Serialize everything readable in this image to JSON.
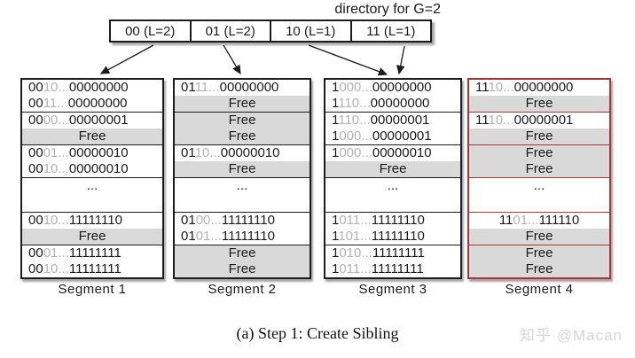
{
  "title": "directory for G=2",
  "directory": {
    "cells": [
      {
        "label": "00 (L=2)"
      },
      {
        "label": "01 (L=2)"
      },
      {
        "label": "10 (L=1)"
      },
      {
        "label": "11 (L=1)"
      }
    ]
  },
  "arrows": [
    {
      "from": "00",
      "to": "Segment 1"
    },
    {
      "from": "01",
      "to": "Segment 2"
    },
    {
      "from": "10",
      "to": "Segment 3"
    },
    {
      "from": "11",
      "to": "Segment 3"
    }
  ],
  "labels": {
    "free": "Free",
    "dots": "..."
  },
  "segments": [
    {
      "label": "Segment 1",
      "style": "black",
      "blocks": [
        {
          "rows": [
            {
              "type": "bits",
              "pre": "00",
              "mid": "10...",
              "suf": "00000000"
            },
            {
              "type": "bits",
              "pre": "00",
              "mid": "11...",
              "suf": "00000000"
            }
          ]
        },
        {
          "rows": [
            {
              "type": "bits",
              "pre": "00",
              "mid": "00...",
              "suf": "00000001"
            },
            {
              "type": "free"
            }
          ]
        },
        {
          "rows": [
            {
              "type": "bits",
              "pre": "00",
              "mid": "01...",
              "suf": "00000010"
            },
            {
              "type": "bits",
              "pre": "00",
              "mid": "10...",
              "suf": "00000010"
            }
          ]
        },
        {
          "rows": [
            {
              "type": "dots"
            }
          ]
        },
        {
          "rows": [
            {
              "type": "bits",
              "pre": "00",
              "mid": "10...",
              "suf": "11111110"
            },
            {
              "type": "free"
            }
          ]
        },
        {
          "rows": [
            {
              "type": "bits",
              "pre": "00",
              "mid": "01...",
              "suf": "11111111"
            },
            {
              "type": "bits",
              "pre": "00",
              "mid": "10...",
              "suf": "11111111"
            }
          ]
        }
      ]
    },
    {
      "label": "Segment 2",
      "style": "black",
      "blocks": [
        {
          "rows": [
            {
              "type": "bits",
              "pre": "01",
              "mid": "11...",
              "suf": "00000000"
            },
            {
              "type": "free"
            }
          ]
        },
        {
          "rows": [
            {
              "type": "free"
            },
            {
              "type": "free"
            }
          ]
        },
        {
          "rows": [
            {
              "type": "bits",
              "pre": "01",
              "mid": "10...",
              "suf": "00000010"
            },
            {
              "type": "free"
            }
          ]
        },
        {
          "rows": [
            {
              "type": "dots"
            }
          ]
        },
        {
          "rows": [
            {
              "type": "bits",
              "pre": "01",
              "mid": "00...",
              "suf": "11111110"
            },
            {
              "type": "bits",
              "pre": "01",
              "mid": "01...",
              "suf": "11111110"
            }
          ]
        },
        {
          "rows": [
            {
              "type": "free"
            },
            {
              "type": "free"
            }
          ]
        }
      ]
    },
    {
      "label": "Segment 3",
      "style": "black",
      "blocks": [
        {
          "rows": [
            {
              "type": "bits",
              "pre": "1",
              "mid": "000...",
              "suf": "00000000"
            },
            {
              "type": "bits",
              "pre": "1",
              "mid": "110...",
              "suf": "00000000"
            }
          ]
        },
        {
          "rows": [
            {
              "type": "bits",
              "pre": "1",
              "mid": "110...",
              "suf": "00000001"
            },
            {
              "type": "bits",
              "pre": "1",
              "mid": "000...",
              "suf": "00000001"
            }
          ]
        },
        {
          "rows": [
            {
              "type": "bits",
              "pre": "1",
              "mid": "000...",
              "suf": "00000010"
            },
            {
              "type": "free"
            }
          ]
        },
        {
          "rows": [
            {
              "type": "dots"
            }
          ]
        },
        {
          "rows": [
            {
              "type": "bits",
              "pre": "1",
              "mid": "011...",
              "suf": "11111110"
            },
            {
              "type": "bits",
              "pre": "1",
              "mid": "101...",
              "suf": "11111110"
            }
          ]
        },
        {
          "rows": [
            {
              "type": "bits",
              "pre": "1",
              "mid": "010...",
              "suf": "11111111"
            },
            {
              "type": "bits",
              "pre": "1",
              "mid": "011...",
              "suf": "11111111"
            }
          ]
        }
      ]
    },
    {
      "label": "Segment 4",
      "style": "red",
      "blocks": [
        {
          "rows": [
            {
              "type": "bits",
              "pre": "11",
              "mid": "10...",
              "suf": "00000000"
            },
            {
              "type": "free"
            }
          ]
        },
        {
          "rows": [
            {
              "type": "bits",
              "pre": "11",
              "mid": "10...",
              "suf": "00000001"
            },
            {
              "type": "free"
            }
          ]
        },
        {
          "rows": [
            {
              "type": "free"
            },
            {
              "type": "free"
            }
          ]
        },
        {
          "rows": [
            {
              "type": "dots"
            }
          ]
        },
        {
          "rows": [
            {
              "type": "bits",
              "pre": "11",
              "mid": "01...",
              "suf": "111110",
              "align": "center"
            },
            {
              "type": "free"
            }
          ]
        },
        {
          "rows": [
            {
              "type": "free"
            },
            {
              "type": "free"
            }
          ]
        }
      ]
    }
  ],
  "caption": "(a)  Step 1: Create Sibling",
  "watermark": "知乎 @Macan",
  "colors": {
    "free_bg": "#d9d9d9",
    "gray_text": "#b3b3b3",
    "black_border": "#1c1c1c",
    "red_border": "#a93434",
    "arrow": "#1c1c1c"
  }
}
